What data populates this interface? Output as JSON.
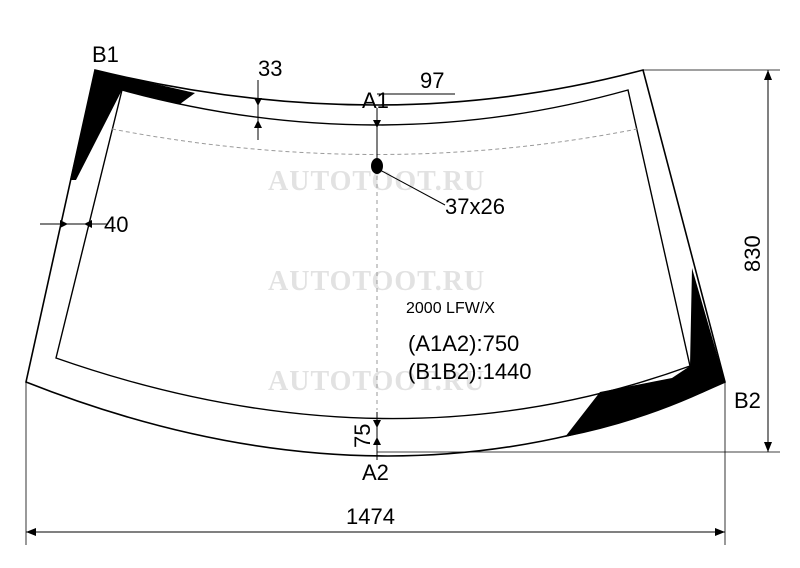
{
  "labels": {
    "b1": "B1",
    "b2": "B2",
    "a1": "A1",
    "a2": "A2"
  },
  "dimensions": {
    "top_band": "33",
    "a1_offset": "97",
    "side_band": "40",
    "bottom_band": "75",
    "height": "830",
    "width": "1474",
    "sensor": "37x26"
  },
  "info": {
    "model": "2000 LFW/X",
    "a1a2": "(A1A2):750",
    "b1b2": "(B1B2):1440"
  },
  "watermark": "AUTOTOOT.RU",
  "colors": {
    "line": "#000000",
    "dashed": "#9a9a9a",
    "watermark": "#e2e2e2"
  }
}
